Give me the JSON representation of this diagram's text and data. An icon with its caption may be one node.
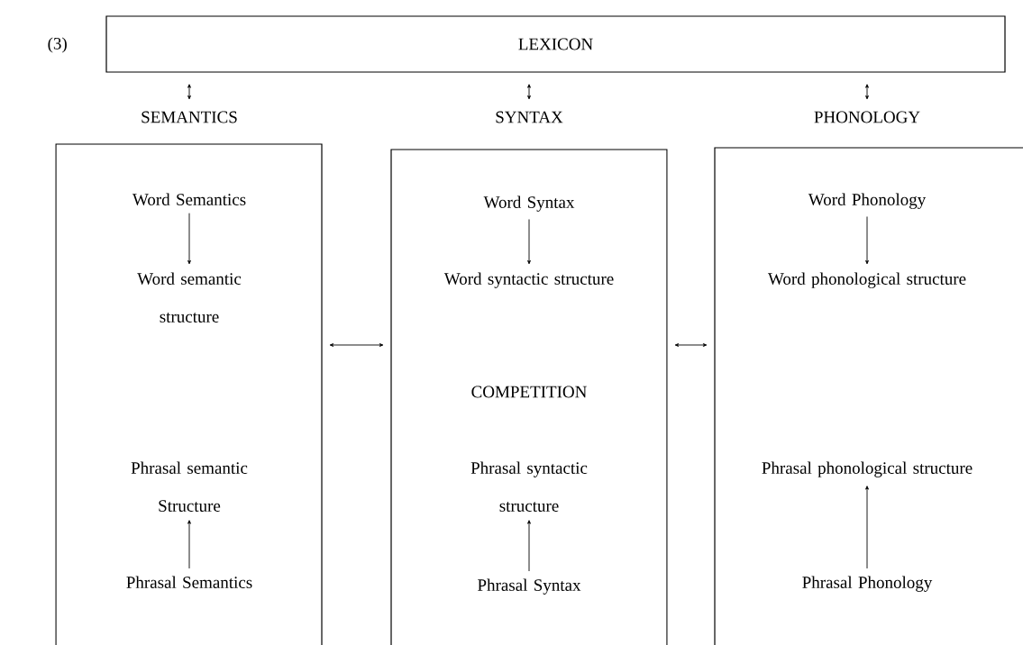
{
  "diagram": {
    "nodes": [
      {
        "text": [
          "LEXICON"
        ]
      },
      {
        "text": [
          "SEMANTICS"
        ]
      },
      {
        "text": [
          "Word Semantics"
        ],
        "in": 1
      },
      {
        "text": [
          "Word semantic structure"
        ],
        "in": 1
      },
      {
        "text": [
          "Phrasal semantic Structure"
        ],
        "in": 1
      },
      {
        "text": [
          "Phrasal Semantics"
        ],
        "in": 1
      },
      {
        "text": [
          "SYNTAX"
        ]
      },
      {
        "text": [
          "Word Syntax"
        ],
        "in": 6
      },
      {
        "text": [
          "Word syntactic structure"
        ],
        "in": 6
      },
      {
        "text": [
          "Phrasal syntactic structure"
        ],
        "in": 6
      },
      {
        "text": [
          "Phrasal Syntax"
        ],
        "in": 6
      },
      {
        "text": [
          "PHONOLOGY"
        ]
      },
      {
        "text": [
          "Word Phonology"
        ],
        "in": 11
      },
      {
        "text": [
          "Word phonological structure"
        ],
        "in": 11
      },
      {
        "text": [
          "Phrasal phonological structure"
        ],
        "in": 11
      },
      {
        "text": [
          "Phrasal Phonology"
        ],
        "in": 11
      }
    ],
    "edges": [
      {
        "from": 0,
        "to": 1,
        "arrow": "both"
      },
      {
        "from": 0,
        "to": 6,
        "arrow": "both"
      },
      {
        "from": 0,
        "to": 11,
        "arrow": "both"
      },
      {
        "from": 2,
        "to": 3,
        "arrow": "to"
      },
      {
        "from": 5,
        "to": 4,
        "arrow": "to"
      },
      {
        "from": 7,
        "to": 8,
        "arrow": "to"
      },
      {
        "from": 10,
        "to": 9,
        "arrow": "to"
      },
      {
        "from": 12,
        "to": 13,
        "arrow": "to"
      },
      {
        "from": 15,
        "to": 14,
        "arrow": "to"
      },
      {
        "from": 1,
        "to": 6,
        "arrow": "both"
      },
      {
        "from": 6,
        "to": 11,
        "arrow": "both"
      }
    ],
    "labels": [
      "(3)",
      "COMPETITION"
    ]
  }
}
